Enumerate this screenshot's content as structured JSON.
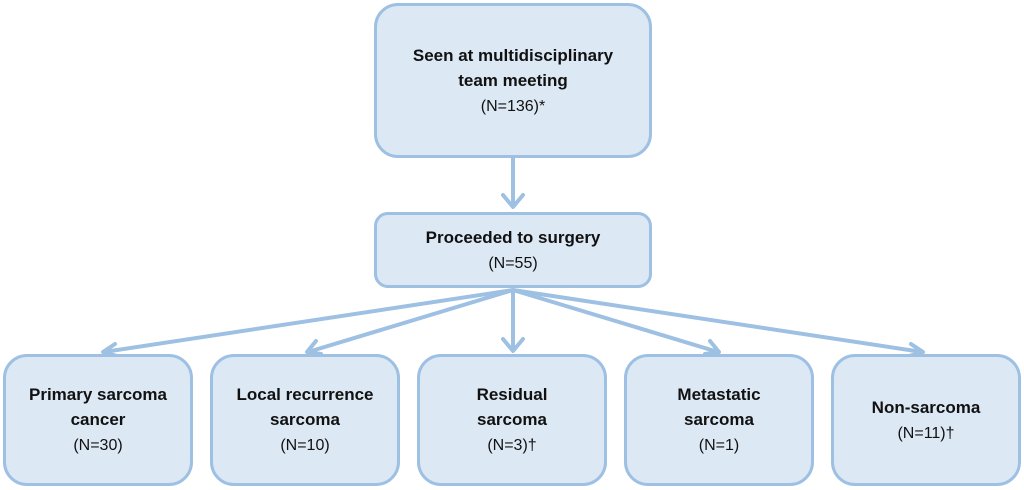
{
  "top_box": {
    "title": "Seen at multidisciplinary\nteam meeting",
    "count": "(N=136)*"
  },
  "middle_box": {
    "title": "Proceeded to surgery",
    "count": "(N=55)"
  },
  "outcomes": [
    {
      "title": "Primary sarcoma\ncancer",
      "count": "(N=30)"
    },
    {
      "title": "Local recurrence\nsarcoma",
      "count": "(N=10)"
    },
    {
      "title": "Residual\nsarcoma",
      "count": "(N=3)†"
    },
    {
      "title": "Metastatic\nsarcoma",
      "count": "(N=1)"
    },
    {
      "title": "Non-sarcoma",
      "count": "(N=11)†"
    }
  ],
  "colors": {
    "box_fill": "#dde8f5",
    "box_border": "#9dc0e3",
    "arrow": "#9dc0e3"
  }
}
